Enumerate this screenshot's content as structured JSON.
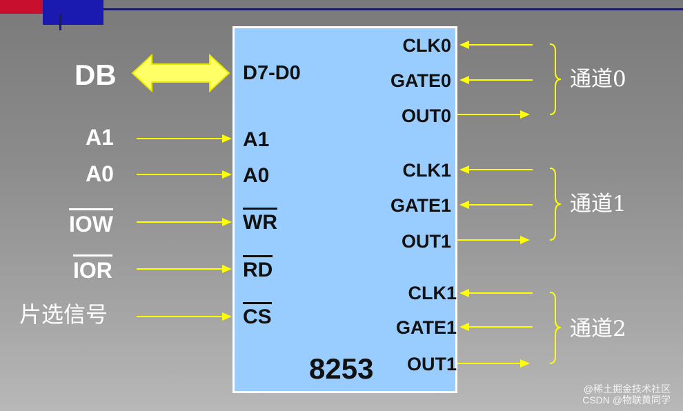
{
  "bus": {
    "label": "DB",
    "pin": "D7-D0"
  },
  "left_inputs": [
    {
      "outer": "A1",
      "pin": "A1",
      "overbar": false
    },
    {
      "outer": "A0",
      "pin": "A0",
      "overbar": false
    },
    {
      "outer": "IOW",
      "pin": "WR",
      "overbar": true
    },
    {
      "outer": "IOR",
      "pin": "RD",
      "overbar": true
    },
    {
      "outer": "片选信号",
      "pin": "CS",
      "overbar": true
    }
  ],
  "chip_label": "8253",
  "channels": [
    {
      "name": "通道0",
      "clk": "CLK0",
      "gate": "GATE0",
      "out": "OUT0"
    },
    {
      "name": "通道1",
      "clk": "CLK1",
      "gate": "GATE1",
      "out": "OUT1"
    },
    {
      "name": "通道2",
      "clk": "CLK1",
      "gate": "GATE1",
      "out": "OUT1"
    }
  ],
  "watermarks": [
    "@稀土掘金技术社区",
    "CSDN @物联黄同学"
  ],
  "colors": {
    "chip_fill": "#99ccff",
    "wire": "#ffff00",
    "bus_arrow": "#ffff00"
  }
}
